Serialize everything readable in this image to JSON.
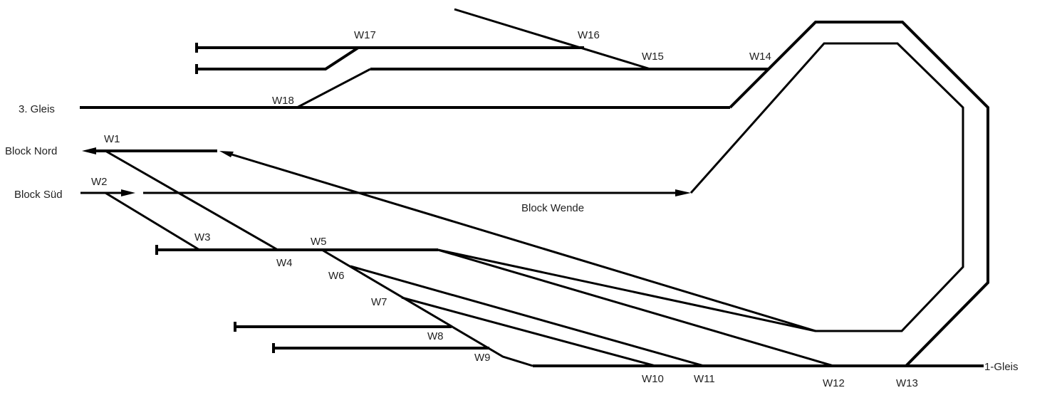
{
  "diagram": {
    "type": "model-railway-track-plan",
    "line_color": "#000000",
    "label_color": "#222222",
    "background": "#ffffff"
  },
  "track_labels": {
    "gleis3": "3. Gleis",
    "block_nord": "Block Nord",
    "block_sued": "Block Süd",
    "block_wende": "Block Wende",
    "gleis1": "1-Gleis"
  },
  "switches": [
    "W1",
    "W2",
    "W3",
    "W4",
    "W5",
    "W6",
    "W7",
    "W8",
    "W9",
    "W10",
    "W11",
    "W12",
    "W13",
    "W14",
    "W15",
    "W16",
    "W17",
    "W18"
  ],
  "icons": {
    "arrow": "filled-triangle-arrowhead",
    "buffer_stop": "perpendicular-bar-end"
  }
}
